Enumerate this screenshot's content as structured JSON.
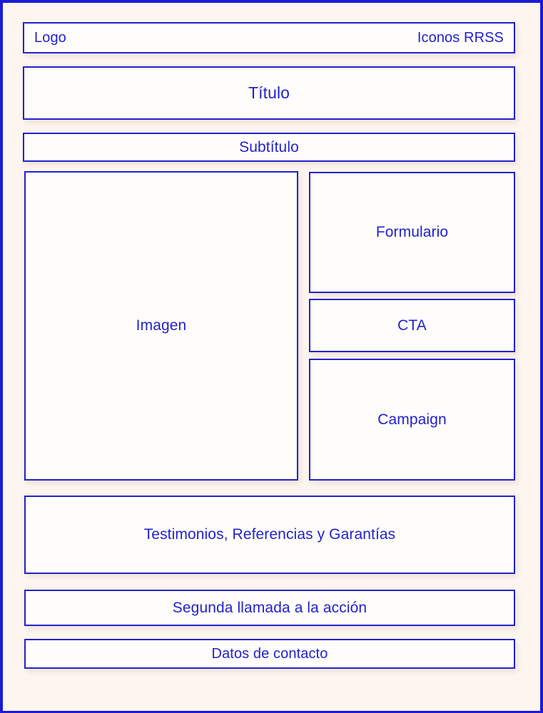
{
  "page": {
    "type": "landing-page-wireframe",
    "language": "es",
    "background_color": "#fdf5ef",
    "accent_color": "#2222cc",
    "frame_color": "#1a1ad6",
    "block_fill_color": "#fffdfb"
  },
  "header": {
    "logo_label": "Logo",
    "social_label": "Iconos RRSS"
  },
  "hero": {
    "title_label": "Título",
    "subtitle_label": "Subtítulo",
    "image_label": "Imagen",
    "form_label": "Formulario",
    "cta_label": "CTA",
    "campaign_label": "Campaign"
  },
  "footer": {
    "testimonials_label": "Testimonios, Referencias y Garantías",
    "second_cta_label": "Segunda llamada a la acción",
    "contact_label": "Datos de contacto"
  }
}
